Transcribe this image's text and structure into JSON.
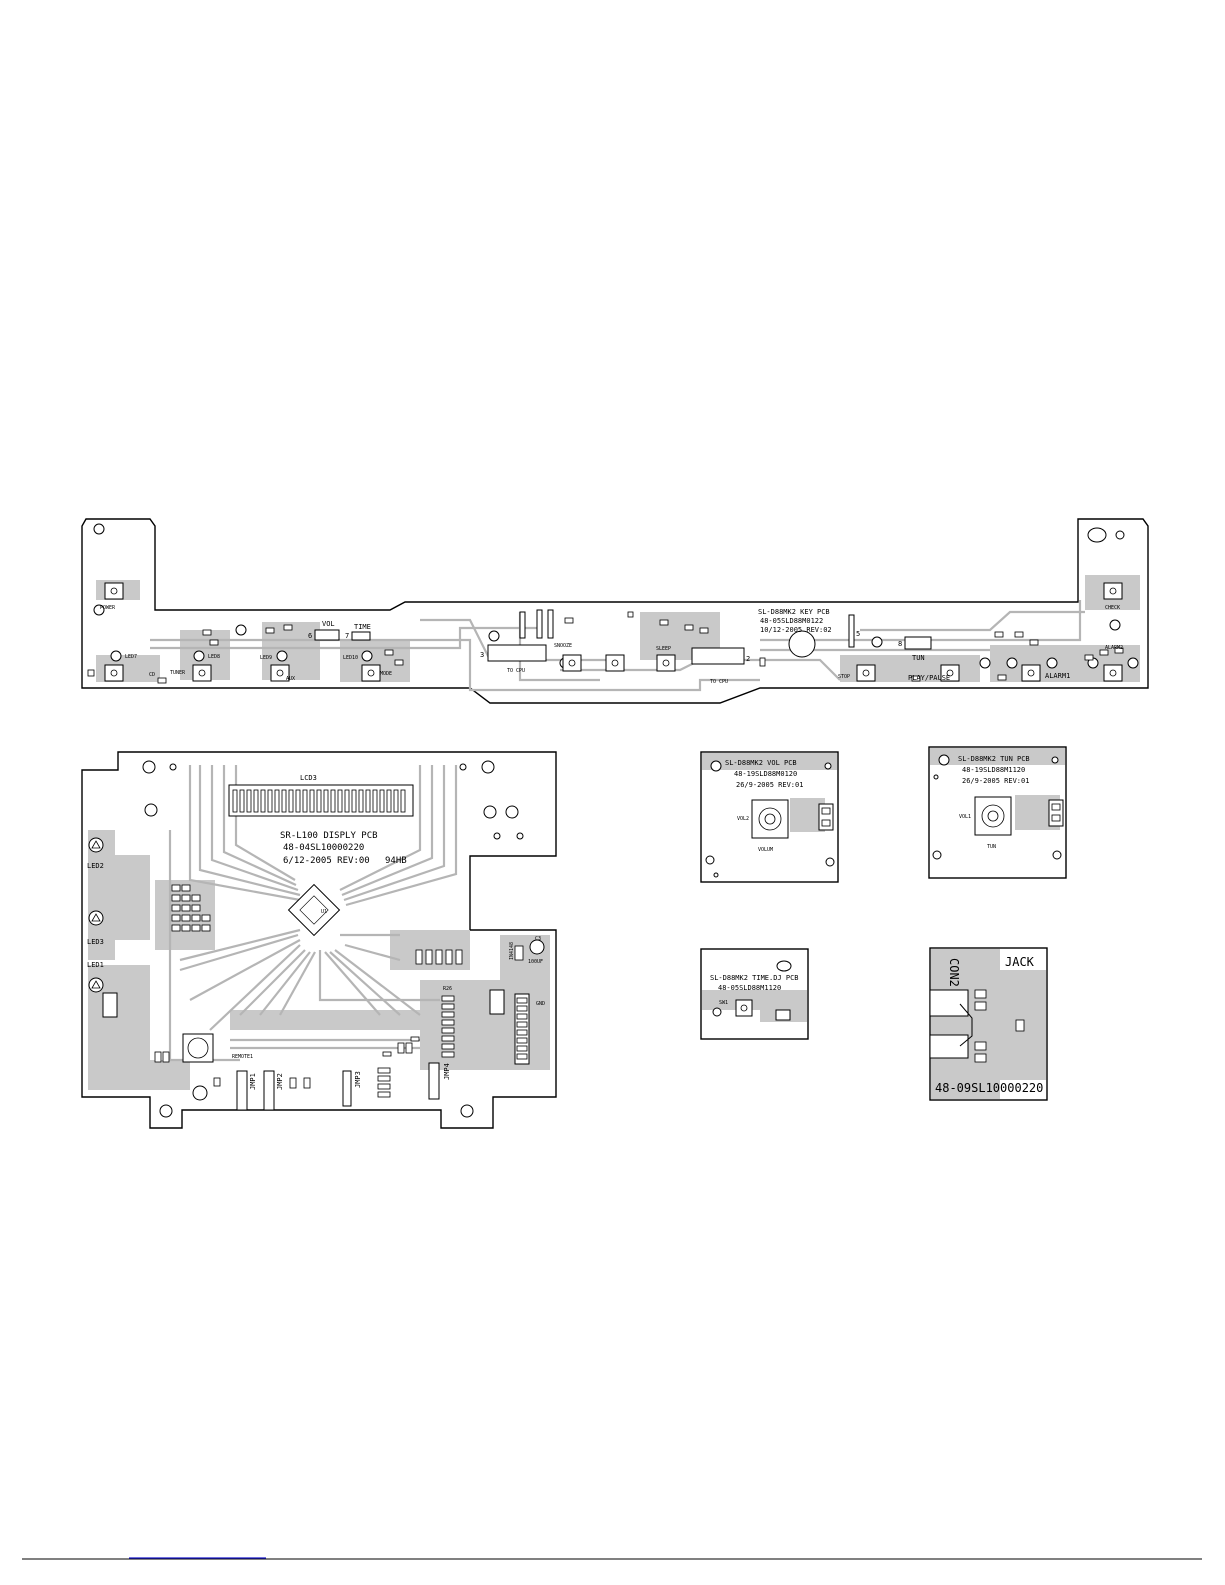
{
  "key_pcb": {
    "title": "SL-D88MK2 KEY PCB",
    "part": "48-05SLD88M0122",
    "date": "10/12-2005 REV:02",
    "labels": [
      "POWER",
      "LED7",
      "CD",
      "TUNER",
      "LED8",
      "VOL",
      "TIME",
      "LED9",
      "AUX",
      "LED10",
      "MODE",
      "TO CPU",
      "SNOOZE",
      "SLEEP",
      "TO CPU",
      "STOP",
      "TUN",
      "PLAY/PAUSE",
      "CHECK",
      "ALARM1",
      "ALARM2"
    ],
    "connector_pins": [
      "3",
      "2",
      "5",
      "6",
      "7",
      "8"
    ]
  },
  "display_pcb": {
    "lcd_label": "LCD3",
    "title": "SR-L100 DISPLY PCB",
    "part": "48-04SL10000220",
    "date": "6/12-2005 REV:00",
    "mark": "94HB",
    "chip": "U1",
    "labels": [
      "LED2",
      "LED3",
      "LED1",
      "REMOTE1",
      "JMP1",
      "JMP2",
      "JMP3",
      "JMP4",
      "GND",
      "100UF",
      "R26",
      "C3",
      "IN4148"
    ]
  },
  "vol_pcb": {
    "title": "SL-D88MK2 VOL PCB",
    "part": "48-19SLD88M0120",
    "date": "26/9-2005 REV:01",
    "knob_label": "VOLUM",
    "ref": "VOL2"
  },
  "tun_pcb": {
    "title": "SL-D88MK2 TUN PCB",
    "part": "48-19SLD88M1120",
    "date": "26/9-2005 REV:01",
    "knob_label": "TUN",
    "ref": "VOL1"
  },
  "time_pcb": {
    "title": "SL-D88MK2 TIME.DJ PCB",
    "part": "48-05SLD88M1120",
    "ref": "SW1"
  },
  "jack_pcb": {
    "label": "JACK",
    "con": "CON2",
    "part": "48-09SL10000220"
  }
}
